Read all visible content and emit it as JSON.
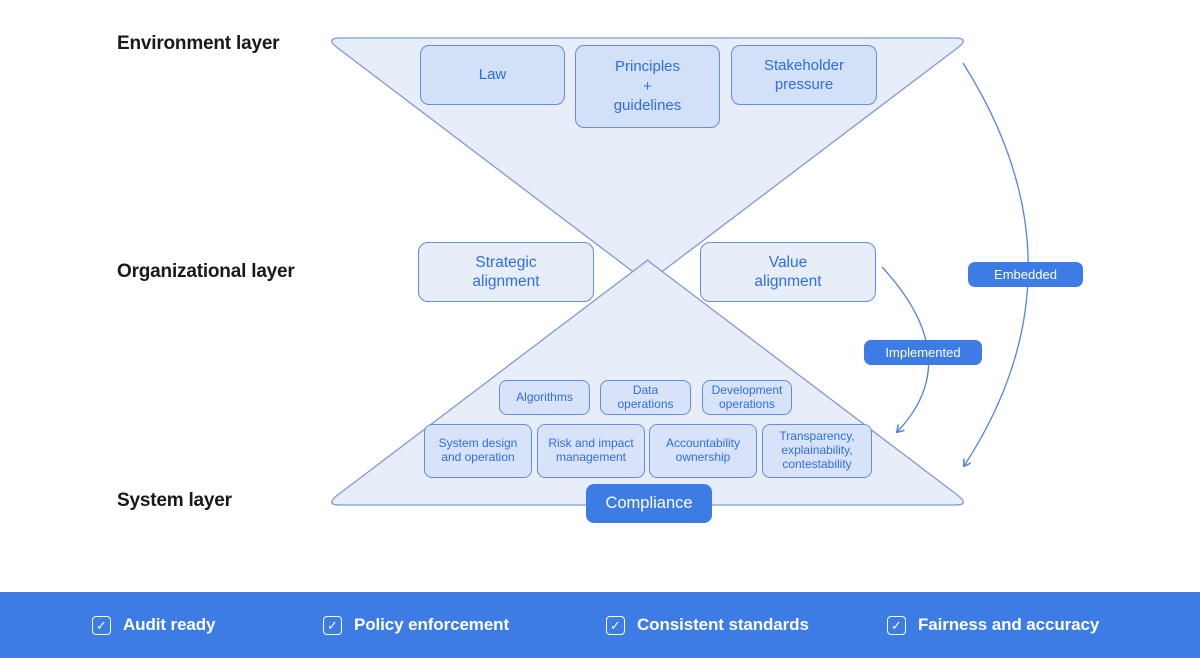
{
  "layers": {
    "environment": "Environment layer",
    "organizational": "Organizational layer",
    "system": "System layer"
  },
  "environment_layer": {
    "boxes": [
      {
        "label": "Law"
      },
      {
        "label": "Principles\n+\nguidelines"
      },
      {
        "label": "Stakeholder\npressure"
      }
    ]
  },
  "organizational_layer": {
    "boxes": [
      {
        "label": "Strategic\nalignment"
      },
      {
        "label": "Value\nalignment"
      }
    ]
  },
  "system_layer": {
    "row1": [
      {
        "label": "Algorithms"
      },
      {
        "label": "Data\noperations"
      },
      {
        "label": "Development\noperations"
      }
    ],
    "row2": [
      {
        "label": "System design\nand operation"
      },
      {
        "label": "Risk and impact\nmanagement"
      },
      {
        "label": "Accountability\nownership"
      },
      {
        "label": "Transparency,\nexplainability,\ncontestability"
      }
    ],
    "compliance": "Compliance"
  },
  "annotations": {
    "embedded": "Embedded",
    "implemented": "Implemented"
  },
  "footer": {
    "items": [
      {
        "label": "Audit ready",
        "checked": "true"
      },
      {
        "label": "Policy enforcement",
        "checked": "true"
      },
      {
        "label": "Consistent standards",
        "checked": "true"
      },
      {
        "label": "Fairness and accuracy",
        "checked": "true"
      }
    ],
    "check_glyph": "✓"
  },
  "colors": {
    "accent_blue": "#3d7ce4",
    "box_border": "#5f8fe8",
    "box_text": "#2e6fe3",
    "triangle_fill": "#e8edfa",
    "triangle_stroke": "#7e9ad8",
    "curve_stroke": "#5585dd",
    "footer_background": "#3d7ce4",
    "label_text": "#18191c"
  }
}
